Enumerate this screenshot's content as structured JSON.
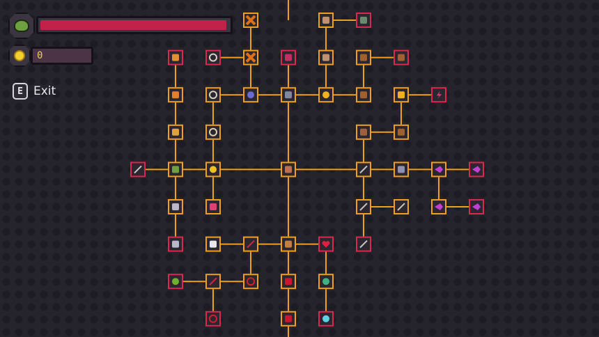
{
  "hud": {
    "health": {
      "icon": "shield-icon",
      "fill_percent": 99,
      "color": "#c0224a"
    },
    "gold": {
      "icon": "coin-icon",
      "value": "0"
    },
    "exit": {
      "key": "E",
      "label": "Exit"
    }
  },
  "colors": {
    "owned_border": "#f0a020",
    "locked_border": "#d9294f",
    "link": "#f0a020",
    "node_fill": "#2b2630"
  },
  "skill_tree": {
    "nodes": [
      {
        "id": "n01",
        "col": 6,
        "row": 0,
        "state": "owned",
        "icon": "explosion-icon"
      },
      {
        "id": "n02",
        "col": 8,
        "row": 0,
        "state": "owned",
        "icon": "bone-icon"
      },
      {
        "id": "n03",
        "col": 9,
        "row": 0,
        "state": "locked",
        "icon": "stone-icon"
      },
      {
        "id": "n04",
        "col": 4,
        "row": 1,
        "state": "locked",
        "icon": "padlock-open-icon"
      },
      {
        "id": "n05",
        "col": 5,
        "row": 1,
        "state": "locked",
        "icon": "sun-ring-icon"
      },
      {
        "id": "n06",
        "col": 6,
        "row": 1,
        "state": "owned",
        "icon": "explosion-icon"
      },
      {
        "id": "n07",
        "col": 7,
        "row": 1,
        "state": "locked",
        "icon": "demon-skull-icon"
      },
      {
        "id": "n08",
        "col": 8,
        "row": 1,
        "state": "owned",
        "icon": "bone-icon"
      },
      {
        "id": "n09",
        "col": 9,
        "row": 1,
        "state": "owned",
        "icon": "pouch-icon"
      },
      {
        "id": "n10",
        "col": 10,
        "row": 1,
        "state": "locked",
        "icon": "pouch-icon"
      },
      {
        "id": "n11",
        "col": 4,
        "row": 2,
        "state": "owned",
        "icon": "crown-icon"
      },
      {
        "id": "n12",
        "col": 5,
        "row": 2,
        "state": "owned",
        "icon": "sun-ring-icon"
      },
      {
        "id": "n13",
        "col": 6,
        "row": 2,
        "state": "owned",
        "icon": "bomb-icon"
      },
      {
        "id": "n14",
        "col": 7,
        "row": 2,
        "state": "owned",
        "icon": "anvil-icon"
      },
      {
        "id": "n15",
        "col": 8,
        "row": 2,
        "state": "owned",
        "icon": "sun-icon"
      },
      {
        "id": "n16",
        "col": 9,
        "row": 2,
        "state": "owned",
        "icon": "pouch-icon"
      },
      {
        "id": "n17",
        "col": 10,
        "row": 2,
        "state": "owned",
        "icon": "magnifier-icon"
      },
      {
        "id": "n18",
        "col": 11,
        "row": 2,
        "state": "locked",
        "icon": "lightning-icon"
      },
      {
        "id": "n19",
        "col": 4,
        "row": 3,
        "state": "owned",
        "icon": "potion-bottle-icon"
      },
      {
        "id": "n20",
        "col": 5,
        "row": 3,
        "state": "owned",
        "icon": "clock-icon"
      },
      {
        "id": "n21",
        "col": 9,
        "row": 3,
        "state": "owned",
        "icon": "boots-icon"
      },
      {
        "id": "n22",
        "col": 10,
        "row": 3,
        "state": "owned",
        "icon": "pouch-icon"
      },
      {
        "id": "n23",
        "col": 3,
        "row": 4,
        "state": "locked",
        "icon": "wrench-icon"
      },
      {
        "id": "n24",
        "col": 4,
        "row": 4,
        "state": "owned",
        "icon": "grass-icon"
      },
      {
        "id": "n25",
        "col": 5,
        "row": 4,
        "state": "owned",
        "icon": "gold-coin-icon"
      },
      {
        "id": "n26",
        "col": 7,
        "row": 4,
        "state": "owned",
        "icon": "door-icon"
      },
      {
        "id": "n27",
        "col": 9,
        "row": 4,
        "state": "owned",
        "icon": "chain-link-icon"
      },
      {
        "id": "n28",
        "col": 10,
        "row": 4,
        "state": "owned",
        "icon": "magnet-icon"
      },
      {
        "id": "n29",
        "col": 11,
        "row": 4,
        "state": "owned",
        "icon": "magic-missile-icon"
      },
      {
        "id": "n30",
        "col": 12,
        "row": 4,
        "state": "locked",
        "icon": "magic-missile-icon"
      },
      {
        "id": "n31",
        "col": 4,
        "row": 5,
        "state": "owned",
        "icon": "flask-icon"
      },
      {
        "id": "n32",
        "col": 5,
        "row": 5,
        "state": "owned",
        "icon": "pill-icon"
      },
      {
        "id": "n33",
        "col": 9,
        "row": 5,
        "state": "owned",
        "icon": "arrow-icon"
      },
      {
        "id": "n34",
        "col": 10,
        "row": 5,
        "state": "owned",
        "icon": "arrow-icon"
      },
      {
        "id": "n35",
        "col": 11,
        "row": 5,
        "state": "owned",
        "icon": "magic-wave-icon"
      },
      {
        "id": "n36",
        "col": 12,
        "row": 5,
        "state": "locked",
        "icon": "magic-wave-icon"
      },
      {
        "id": "n37",
        "col": 4,
        "row": 6,
        "state": "locked",
        "icon": "flask-icon"
      },
      {
        "id": "n38",
        "col": 5,
        "row": 6,
        "state": "owned",
        "icon": "bone-hand-icon"
      },
      {
        "id": "n39",
        "col": 6,
        "row": 6,
        "state": "owned",
        "icon": "red-arrow-icon"
      },
      {
        "id": "n40",
        "col": 7,
        "row": 6,
        "state": "owned",
        "icon": "crossbow-icon"
      },
      {
        "id": "n41",
        "col": 8,
        "row": 6,
        "state": "locked",
        "icon": "heart-icon"
      },
      {
        "id": "n42",
        "col": 9,
        "row": 6,
        "state": "locked",
        "icon": "chain-link-icon"
      },
      {
        "id": "n43",
        "col": 4,
        "row": 7,
        "state": "locked",
        "icon": "shield-orb-icon"
      },
      {
        "id": "n44",
        "col": 5,
        "row": 7,
        "state": "owned",
        "icon": "red-arrow-icon"
      },
      {
        "id": "n45",
        "col": 6,
        "row": 7,
        "state": "owned",
        "icon": "red-ring-icon"
      },
      {
        "id": "n46",
        "col": 7,
        "row": 7,
        "state": "owned",
        "icon": "blood-bowl-icon"
      },
      {
        "id": "n47",
        "col": 8,
        "row": 7,
        "state": "owned",
        "icon": "green-orb-icon"
      },
      {
        "id": "n48",
        "col": 5,
        "row": 8,
        "state": "locked",
        "icon": "red-ring-icon"
      },
      {
        "id": "n49",
        "col": 7,
        "row": 8,
        "state": "owned",
        "icon": "blood-bowl-icon"
      },
      {
        "id": "n50",
        "col": 8,
        "row": 8,
        "state": "locked",
        "icon": "cyan-orb-icon"
      }
    ],
    "links": [
      [
        "n01",
        "n06"
      ],
      [
        "n02",
        "n03"
      ],
      [
        "n02",
        "n08"
      ],
      [
        "n05",
        "n06"
      ],
      [
        "n06",
        "n13"
      ],
      [
        "n08",
        "n15"
      ],
      [
        "n09",
        "n10"
      ],
      [
        "n09",
        "n16"
      ],
      [
        "n04",
        "n11"
      ],
      [
        "n11",
        "n19"
      ],
      [
        "n12",
        "n13"
      ],
      [
        "n13",
        "n14"
      ],
      [
        "n14",
        "n15"
      ],
      [
        "n07",
        "n14"
      ],
      [
        "n15",
        "n16"
      ],
      [
        "n17",
        "n18"
      ],
      [
        "n17",
        "n22"
      ],
      [
        "n12",
        "n20"
      ],
      [
        "n20",
        "n25"
      ],
      [
        "n19",
        "n24"
      ],
      [
        "n21",
        "n22"
      ],
      [
        "n21",
        "n27"
      ],
      [
        "n23",
        "n24"
      ],
      [
        "n24",
        "n25"
      ],
      [
        "n25",
        "n26"
      ],
      [
        "n26",
        "n27"
      ],
      [
        "n27",
        "n28"
      ],
      [
        "n28",
        "n29"
      ],
      [
        "n29",
        "n30"
      ],
      [
        "n29",
        "n35"
      ],
      [
        "n14",
        "n26"
      ],
      [
        "n25",
        "n32"
      ],
      [
        "n24",
        "n31"
      ],
      [
        "n31",
        "n37"
      ],
      [
        "n27",
        "n33"
      ],
      [
        "n33",
        "n34"
      ],
      [
        "n35",
        "n36"
      ],
      [
        "n33",
        "n42"
      ],
      [
        "n26",
        "n40"
      ],
      [
        "n38",
        "n39"
      ],
      [
        "n39",
        "n40"
      ],
      [
        "n40",
        "n41"
      ],
      [
        "n39",
        "n45"
      ],
      [
        "n41",
        "n47"
      ],
      [
        "n47",
        "n50"
      ],
      [
        "n40",
        "n46"
      ],
      [
        "n46",
        "n49"
      ],
      [
        "n43",
        "n44"
      ],
      [
        "n44",
        "n45"
      ],
      [
        "n44",
        "n48"
      ]
    ]
  }
}
